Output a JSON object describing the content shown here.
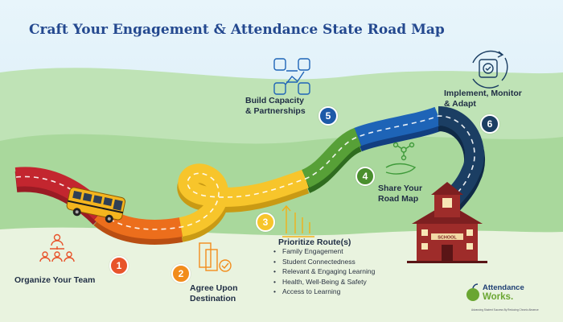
{
  "title": "Craft Your Engagement & Attendance State Road Map",
  "steps": [
    {
      "number": "1",
      "label_line1": "Organize Your Team",
      "label_line2": ""
    },
    {
      "number": "2",
      "label_line1": "Agree Upon",
      "label_line2": "Destination"
    },
    {
      "number": "3",
      "label_line1": "Prioritize Route(s)",
      "label_line2": ""
    },
    {
      "number": "4",
      "label_line1": "Share Your",
      "label_line2": "Road Map"
    },
    {
      "number": "5",
      "label_line1": "Build Capacity",
      "label_line2": "& Partnerships"
    },
    {
      "number": "6",
      "label_line1": "Implement, Monitor",
      "label_line2": "& Adapt"
    }
  ],
  "route_items": [
    "Family Engagement",
    "Student Connectedness",
    "Relevant & Engaging Learning",
    "Health, Well-Being & Safety",
    "Access to Learning"
  ],
  "school_sign": "SCHOOL",
  "logo": {
    "line1": "Attendance",
    "line2": "Works.",
    "tagline": "Advancing Student Success By Reducing Chronic Absence"
  },
  "colors": {
    "step1": "#e8532b",
    "step2": "#f28c1c",
    "step3": "#f7c52b",
    "step4": "#4a8f2e",
    "step5": "#1d5aa8",
    "step6": "#1b3e63",
    "title": "#24498f"
  },
  "icons": [
    "team-icon",
    "target-document-icon",
    "route-arrows-icon",
    "share-hand-icon",
    "network-icon",
    "cycle-gear-icon",
    "school-building-icon",
    "school-bus-icon",
    "apple-logo-icon"
  ]
}
